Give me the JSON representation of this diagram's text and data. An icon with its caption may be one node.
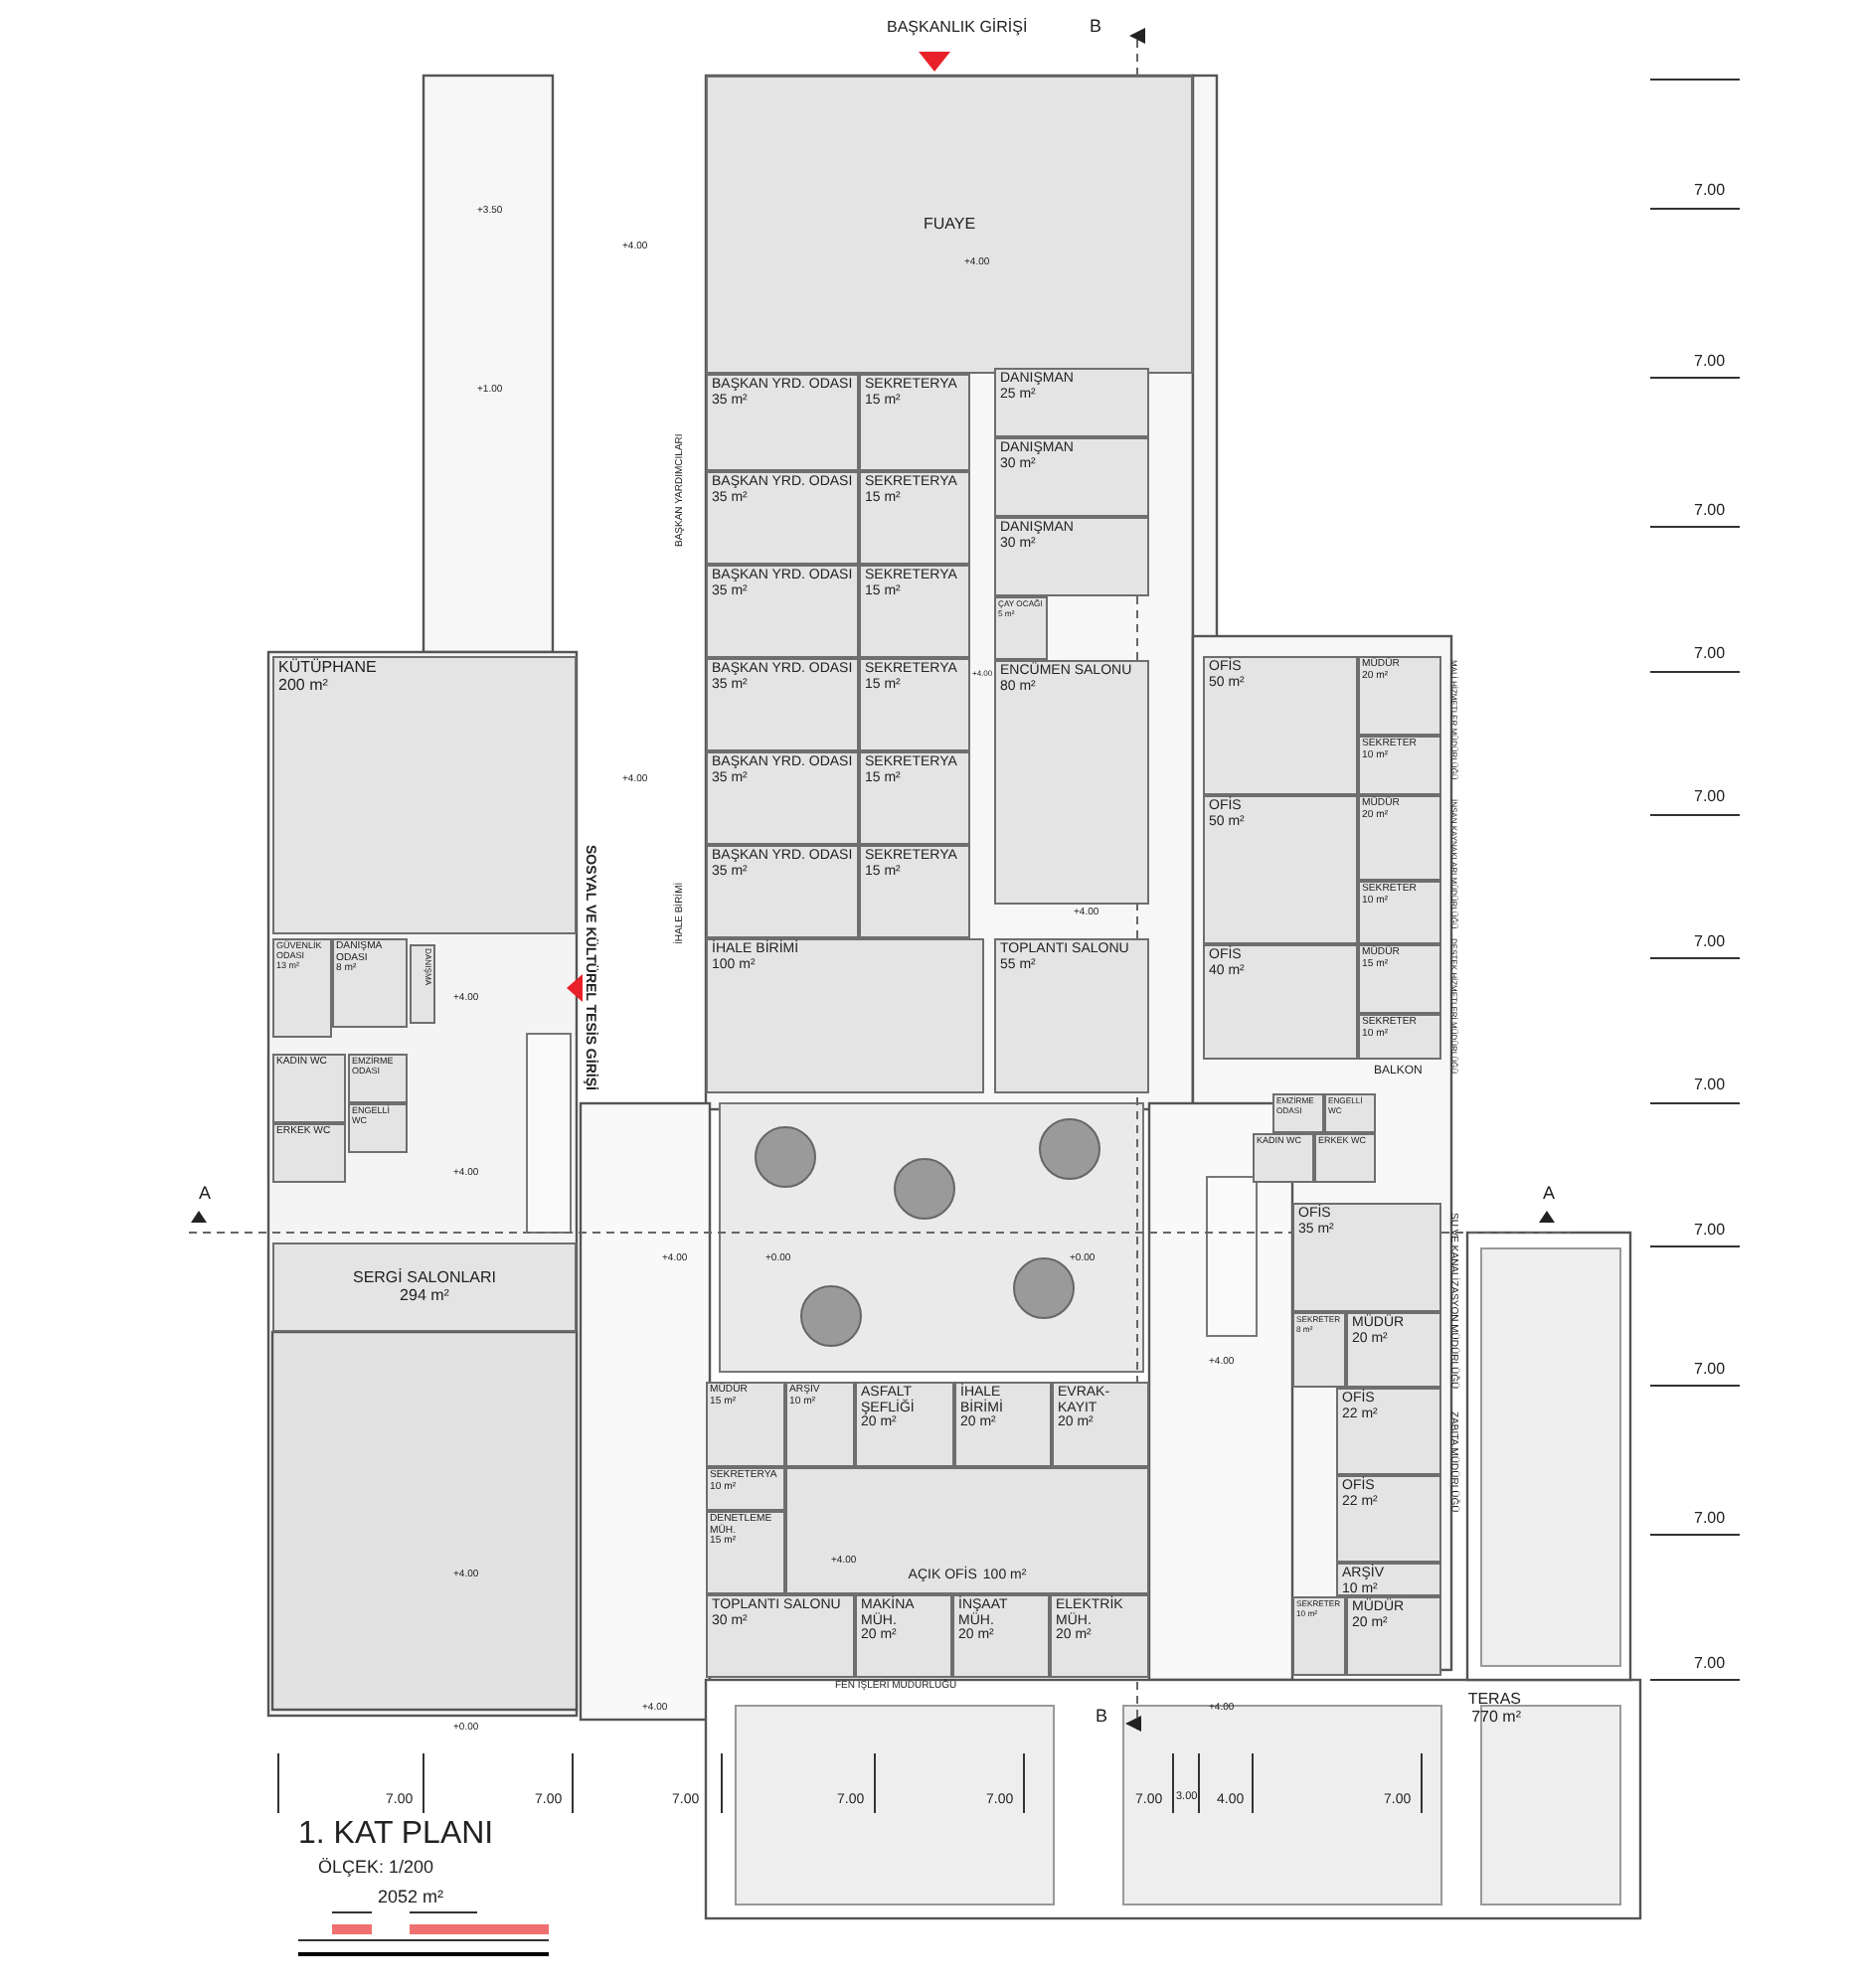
{
  "diagram": {
    "title": "1. KAT PLANI",
    "nodes": [
      {
        "text": [
          "FUAYE"
        ]
      },
      {
        "text": [
          "BAŞKAN YRD. ODASI",
          "35 m²"
        ]
      },
      {
        "text": [
          "SEKRETERYA",
          "15 m²"
        ]
      },
      {
        "text": [
          "DANIŞMAN",
          "25 m²"
        ]
      },
      {
        "text": [
          "DANIŞMAN",
          "30 m²"
        ]
      },
      {
        "text": [
          "BAŞKAN YRD. ODASI",
          "35 m²"
        ]
      },
      {
        "text": [
          "SEKRETERYA",
          "15 m²"
        ]
      },
      {
        "text": [
          "DANIŞMAN",
          "30 m²"
        ]
      },
      {
        "text": [
          "BAŞKAN YRD. ODASI",
          "35 m²"
        ]
      },
      {
        "text": [
          "SEKRETERYA",
          "15 m²"
        ]
      },
      {
        "text": [
          "ÇAY OCAĞI",
          "5 m²"
        ]
      },
      {
        "text": [
          "BAŞKAN YRD. ODASI",
          "35 m²"
        ]
      },
      {
        "text": [
          "SEKRETERYA",
          "15 m²"
        ]
      },
      {
        "text": [
          "ENCÜMEN SALONU",
          "80 m²"
        ]
      },
      {
        "text": [
          "BAŞKAN YRD. ODASI",
          "35 m²"
        ]
      },
      {
        "text": [
          "SEKRETERYA",
          "15 m²"
        ]
      },
      {
        "text": [
          "BAŞKAN YRD. ODASI",
          "35 m²"
        ]
      },
      {
        "text": [
          "SEKRETERYA",
          "15 m²"
        ]
      },
      {
        "text": [
          "İHALE BİRİMİ",
          "100 m²"
        ]
      },
      {
        "text": [
          "TOPLANTI SALONU",
          "55 m²"
        ]
      },
      {
        "text": [
          "OFİS",
          "50 m²"
        ]
      },
      {
        "text": [
          "MÜDÜR",
          "20 m²"
        ]
      },
      {
        "text": [
          "SEKRETER",
          "10 m²"
        ]
      },
      {
        "text": [
          "OFİS",
          "50 m²"
        ]
      },
      {
        "text": [
          "MÜDÜR",
          "20 m²"
        ]
      },
      {
        "text": [
          "SEKRETER",
          "10 m²"
        ]
      },
      {
        "text": [
          "OFİS",
          "40 m²"
        ]
      },
      {
        "text": [
          "MÜDÜR",
          "15 m²"
        ]
      },
      {
        "text": [
          "SEKRETER",
          "10 m²"
        ]
      },
      {
        "text": [
          "KÜTÜPHANE",
          "200 m²"
        ]
      },
      {
        "text": [
          "GÜVENLİK ODASI",
          "13 m²"
        ]
      },
      {
        "text": [
          "DANIŞMA ODASI",
          "8 m²"
        ]
      },
      {
        "text": [
          "DANIŞMA"
        ]
      },
      {
        "text": [
          "EMZİRME ODASI"
        ]
      },
      {
        "text": [
          "KADIN WC"
        ]
      },
      {
        "text": [
          "ENGELLİ WC"
        ]
      },
      {
        "text": [
          "ERKEK WC"
        ]
      },
      {
        "text": [
          "SERGİ SALONLARI",
          "294 m²"
        ]
      },
      {
        "text": [
          "EMZİRME ODASI"
        ]
      },
      {
        "text": [
          "ENGELLİ WC"
        ]
      },
      {
        "text": [
          "KADIN WC"
        ]
      },
      {
        "text": [
          "ERKEK WC"
        ]
      },
      {
        "text": [
          "OFİS",
          "35 m²"
        ]
      },
      {
        "text": [
          "SEKRETER",
          "8 m²"
        ]
      },
      {
        "text": [
          "MÜDÜR",
          "20 m²"
        ]
      },
      {
        "text": [
          "OFİS",
          "22 m²"
        ]
      },
      {
        "text": [
          "OFİS",
          "22 m²"
        ]
      },
      {
        "text": [
          "ARŞİV",
          "10 m²"
        ]
      },
      {
        "text": [
          "SEKRETER",
          "10 m²"
        ]
      },
      {
        "text": [
          "MÜDÜR",
          "20 m²"
        ]
      },
      {
        "text": [
          "MÜDÜR",
          "15 m²"
        ]
      },
      {
        "text": [
          "ARŞİV",
          "10 m²"
        ]
      },
      {
        "text": [
          "ASFALT ŞEFLİĞİ",
          "20 m²"
        ]
      },
      {
        "text": [
          "İHALE BİRİMİ",
          "20 m²"
        ]
      },
      {
        "text": [
          "EVRAK-KAYIT",
          "20 m²"
        ]
      },
      {
        "text": [
          "SEKRETERYA",
          "10 m²"
        ]
      },
      {
        "text": [
          "DENETLEME MÜH.",
          "15 m²"
        ]
      },
      {
        "text": [
          "AÇIK OFİS",
          "100 m²"
        ]
      },
      {
        "text": [
          "TOPLANTI SALONU",
          "30 m²"
        ]
      },
      {
        "text": [
          "MAKİNA MÜH.",
          "20 m²"
        ]
      },
      {
        "text": [
          "İNŞAAT MÜH.",
          "20 m²"
        ]
      },
      {
        "text": [
          "ELEKTRİK MÜH.",
          "20 m²"
        ]
      },
      {
        "text": [
          "TERAS",
          "770 m²"
        ]
      }
    ],
    "labels": [
      "BAŞKANLIK GİRİŞİ",
      "B",
      "+3.50",
      "+4.00",
      "+4.00",
      "+1.00",
      "BAŞKAN YARDIMCILARI",
      "+4.00",
      "MALİ HİZMETLER MÜDÜRLÜĞÜ",
      "+4.00",
      "İNSAN KAYNAKLARI MÜDÜRLÜĞÜ",
      "SOSYAL VE KÜLTÜREL TESİS GİRİŞİ",
      "+4.00",
      "İHALE BİRİMİ",
      "DESTEK HİZMETLERİ MÜDÜRLÜĞÜ",
      "+4.00",
      "BALKON",
      "+4.00",
      "A",
      "A",
      "SU VE KANALİZASYON MÜDÜRLÜĞÜ",
      "+4.00",
      "+0.00",
      "+0.00",
      "+4.00",
      "ZABITA MÜDÜRLÜĞÜ",
      "+4.00",
      "+4.00",
      "FEN İŞLERİ MÜDÜRLÜĞÜ",
      "+0.00",
      "+4.00",
      "B",
      "+4.00",
      "7.00",
      "7.00",
      "7.00",
      "7.00",
      "7.00",
      "7.00",
      "7.00",
      "7.00",
      "7.00",
      "7.00",
      "7.00",
      "7.00",
      "7.00",
      "7.00",
      "7.00",
      "7.00",
      "7.00",
      "3.00",
      "4.00",
      "7.00",
      "ÖLÇEK: 1/200",
      "2052 m²"
    ]
  }
}
